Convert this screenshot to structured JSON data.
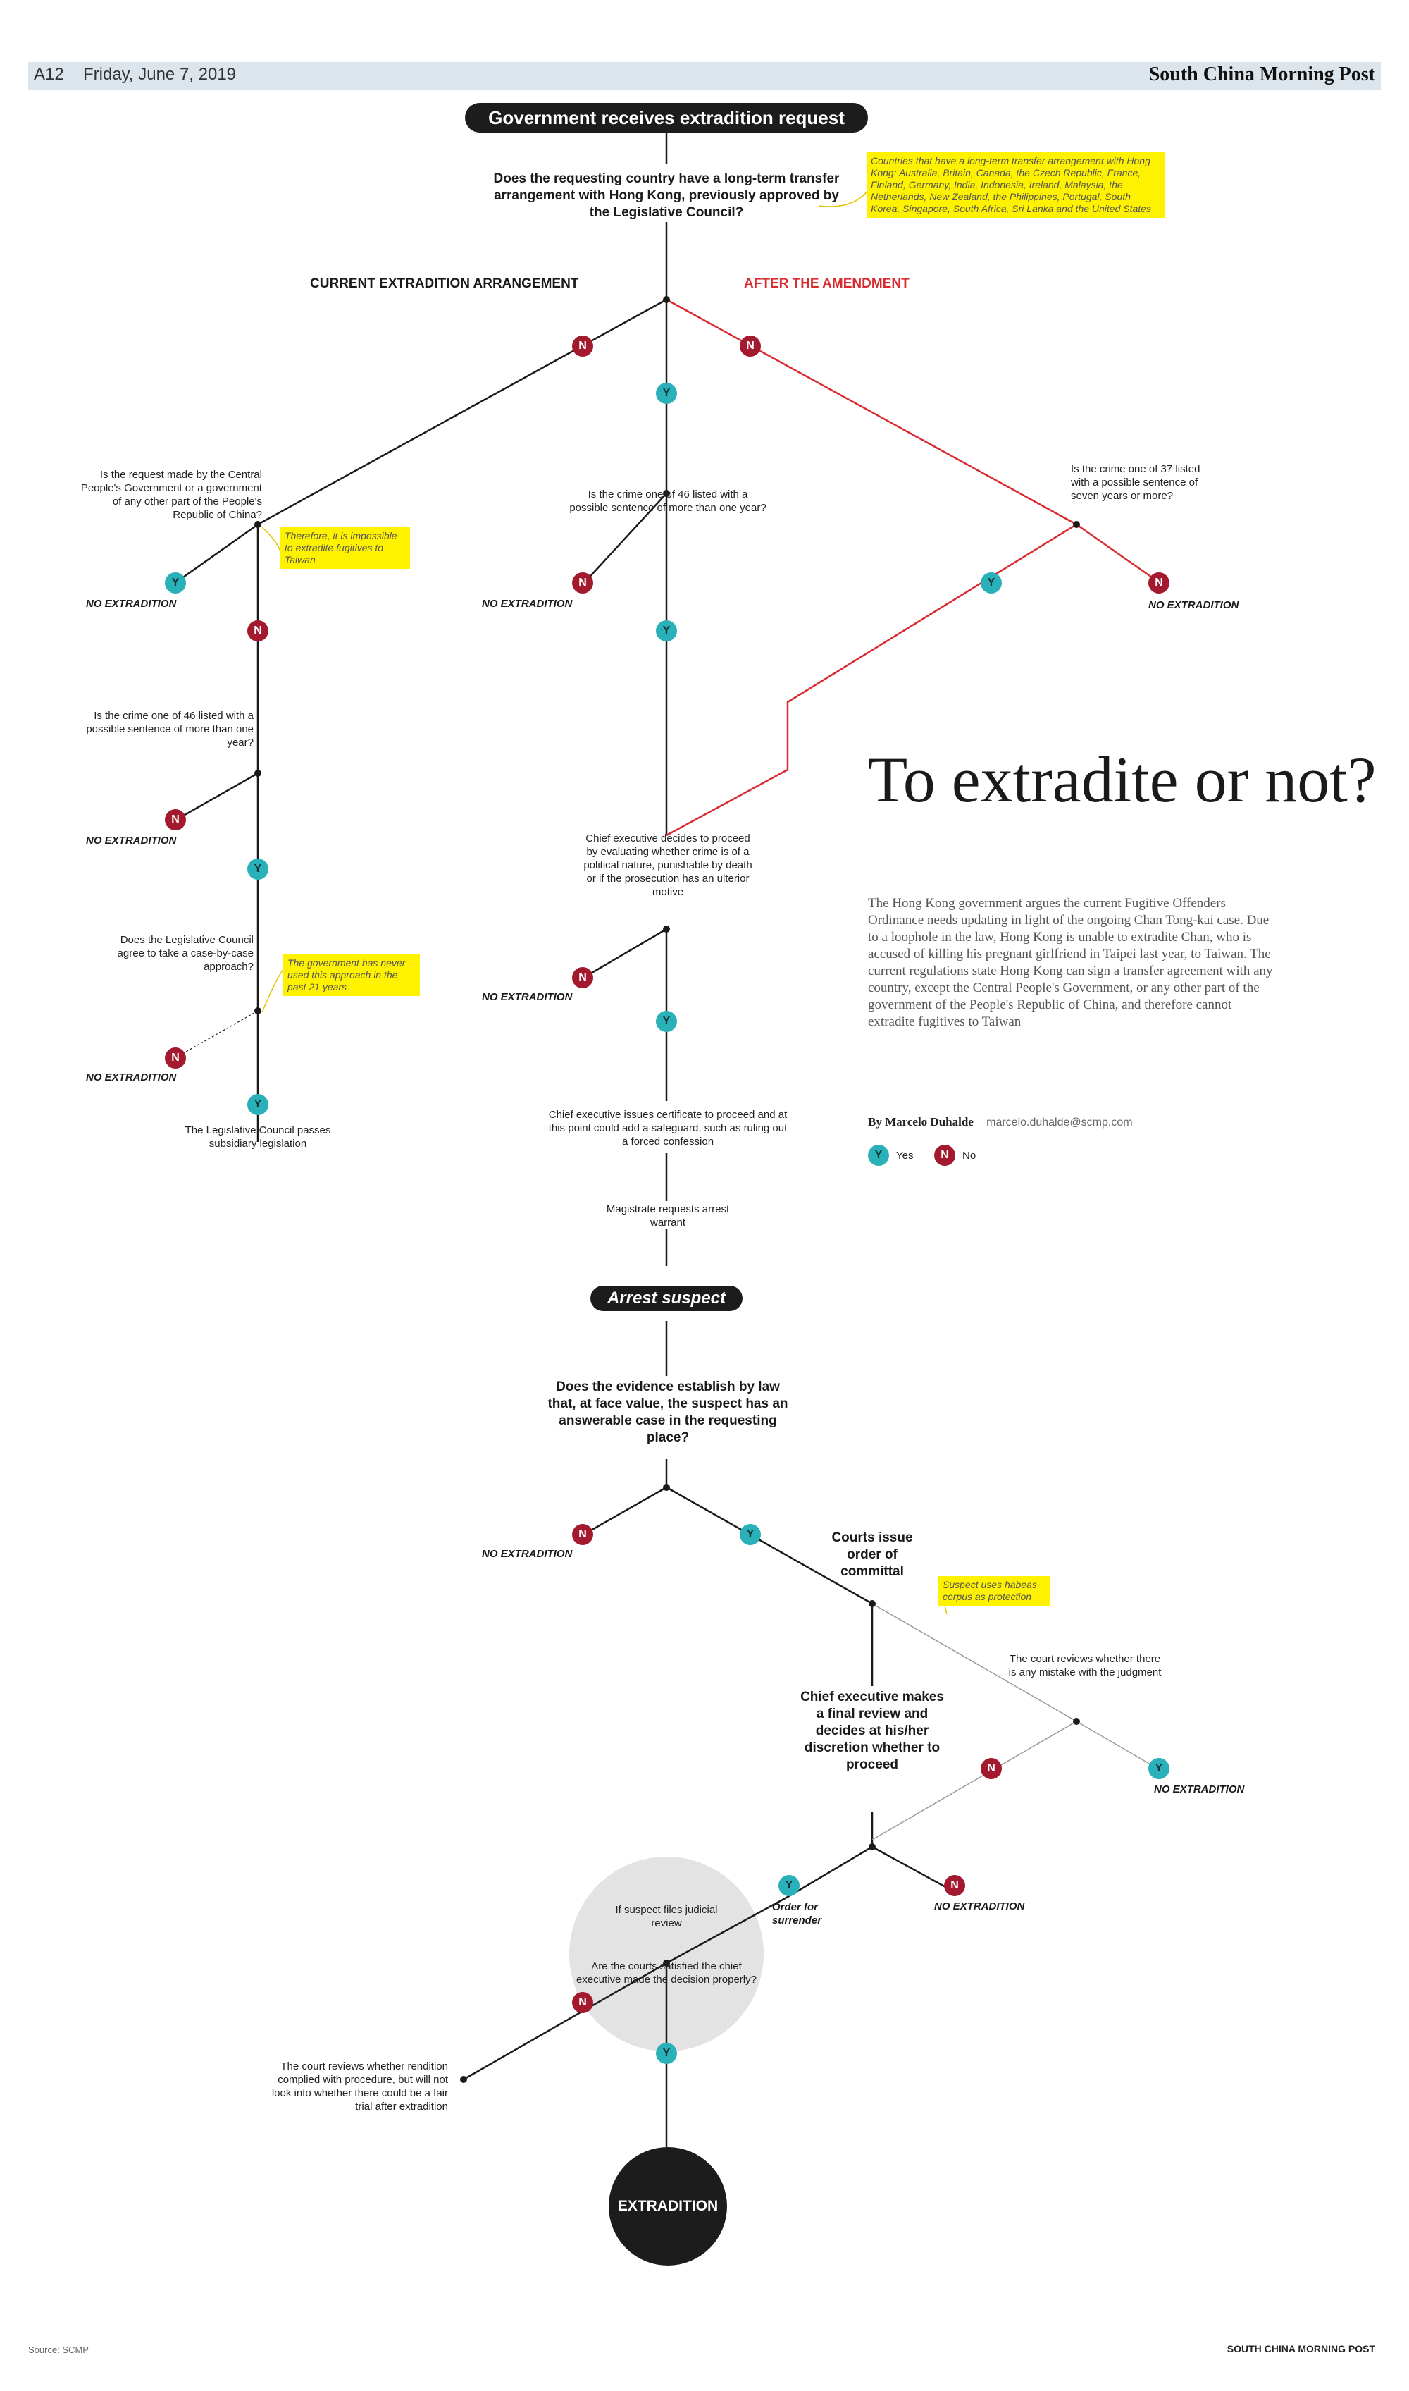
{
  "header": {
    "page": "A12",
    "date": "Friday, June 7, 2019",
    "publication": "South China Morning Post"
  },
  "diagram": {
    "start_label": "Government receives extradition request",
    "q_transfer": "Does the requesting country have a long-term transfer arrangement with Hong Kong, previously approved by the Legislative Council?",
    "note_countries": "Countries that have a long-term transfer arrangement with Hong Kong: Australia, Britain, Canada, the Czech Republic, France, Finland, Germany, India, Indonesia, Ireland, Malaysia, the Netherlands, New Zealand, the Philippines, Portugal, South Korea, Singapore, South Africa, Sri Lanka and the United States",
    "label_current": "CURRENT EXTRADITION ARRANGEMENT",
    "label_after": "AFTER THE AMENDMENT",
    "q_central": "Is the request made by the Central People's Government or a government of any other part of the People's Republic of China?",
    "note_taiwan": "Therefore, it is impossible to extradite fugitives to Taiwan",
    "q_46_left": "Is the crime one of 46 listed with a possible sentence of more than one year?",
    "q_legco": "Does the Legislative Council agree to take a case-by-case approach?",
    "note_never": "The government has never used this approach in the past 21 years",
    "legco_passes": "The Legislative Council passes subsidiary legislation",
    "q_46_mid": "Is the crime one of 46 listed with a possible sentence of more than one year?",
    "q_37": "Is the crime one of 37 listed with a possible sentence of seven years or more?",
    "q_ce_decides": "Chief executive decides to proceed by evaluating whether crime is of a political nature, punishable by death or if the prosecution has an ulterior motive",
    "ce_certificate": "Chief executive issues certificate to proceed and at this point could add a safeguard, such as ruling out a forced confession",
    "magistrate": "Magistrate requests arrest warrant",
    "arrest_label": "Arrest suspect",
    "q_evidence": "Does the evidence establish by law that, at face value, the suspect has an answerable case in the requesting place?",
    "courts_order": "Courts issue order of committal",
    "note_habeas": "Suspect uses habeas corpus as protection",
    "court_reviews_mistake": "The court reviews whether there is any mistake with the judgment",
    "ce_final_review": "Chief executive makes a final review and decides at his/her discretion whether to proceed",
    "order_surrender": "Order for surrender",
    "if_judicial_review": "If suspect files judicial review",
    "q_courts_satisfied": "Are the courts satisfied the chief executive made the decision properly?",
    "court_reviews_rendition": "The court reviews whether rendition complied with procedure, but will not look into whether there could be a fair trial after extradition",
    "extradition_label": "EXTRADITION",
    "no_extradition": "NO EXTRADITION",
    "yes_letter": "Y",
    "no_letter": "N"
  },
  "article": {
    "title": "To extradite or not?",
    "intro": "The Hong Kong government argues the current Fugitive Offenders Ordinance needs updating in light of the ongoing Chan Tong-kai case. Due to a loophole in the law, Hong Kong is unable to extradite Chan, who is accused of killing his pregnant girlfriend in Taipei last year, to Taiwan. The current regulations state Hong Kong can sign a transfer agreement with any country, except the Central People's Government, or any other part of the government of the People's Republic of China, and therefore cannot extradite fugitives to Taiwan",
    "byline_name": "By Marcelo Duhalde",
    "byline_email": "marcelo.duhalde@scmp.com",
    "legend_yes": "Yes",
    "legend_no": "No"
  },
  "footer": {
    "source": "Source: SCMP",
    "publication": "SOUTH CHINA MORNING POST"
  },
  "colors": {
    "yes": "#2ab0b8",
    "no": "#a3192d",
    "amendment": "#d92b2f",
    "note": "#fff200",
    "pill": "#1c1c1c"
  }
}
